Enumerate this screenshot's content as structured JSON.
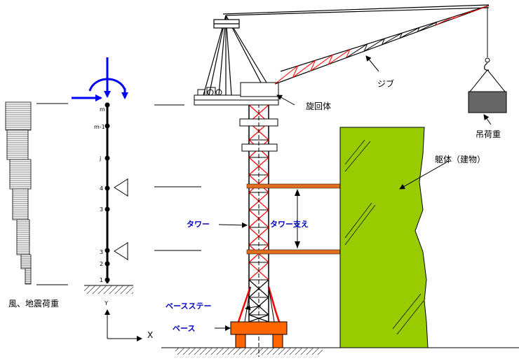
{
  "labels": {
    "jib": "ジブ",
    "slewing": "旋回体",
    "hook_load": "吊荷重",
    "building": "躯体（建物）",
    "tower": "タワー",
    "tower_brace": "タワー支え",
    "base_stay": "ベースステー",
    "base": "ベース",
    "wind_seismic": "風、地震荷重",
    "axis_x": "X",
    "axis_y": "Y"
  },
  "nodes": [
    "m",
    "m-1",
    "j",
    "4",
    "3",
    "3",
    "2",
    "1"
  ],
  "colors": {
    "tower_lattice": "#ff0000",
    "jib_lattice": "#ff0000",
    "brace": "#e07020",
    "base": "#ff6600",
    "building": "#99cc00",
    "moment_arrow": "#0000ff",
    "label_blue": "#0000c0"
  }
}
